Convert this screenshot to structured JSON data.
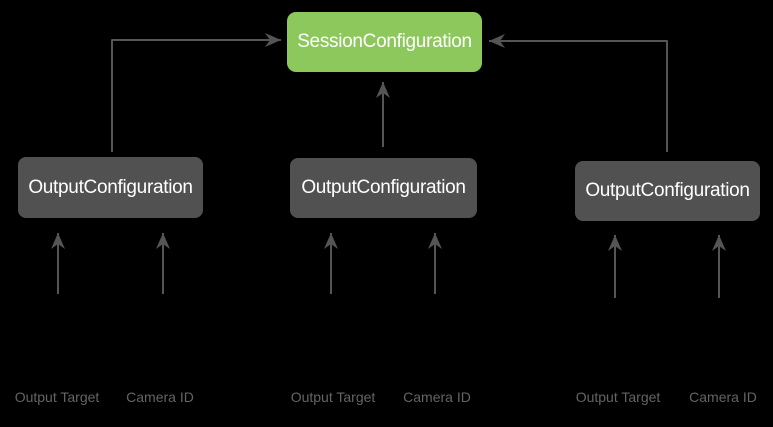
{
  "diagram": {
    "session": {
      "label": "SessionConfiguration"
    },
    "outputs": [
      {
        "label": "OutputConfiguration",
        "inputs": [
          "Output Target",
          "Camera ID"
        ]
      },
      {
        "label": "OutputConfiguration",
        "inputs": [
          "Output Target",
          "Camera ID"
        ]
      },
      {
        "label": "OutputConfiguration",
        "inputs": [
          "Output Target",
          "Camera ID"
        ]
      }
    ]
  },
  "colors": {
    "background": "#000000",
    "session_box": "#8CC85C",
    "output_box": "#515151",
    "arrow": "#555555",
    "box_text": "#ffffff",
    "input_label_text": "#646464"
  }
}
